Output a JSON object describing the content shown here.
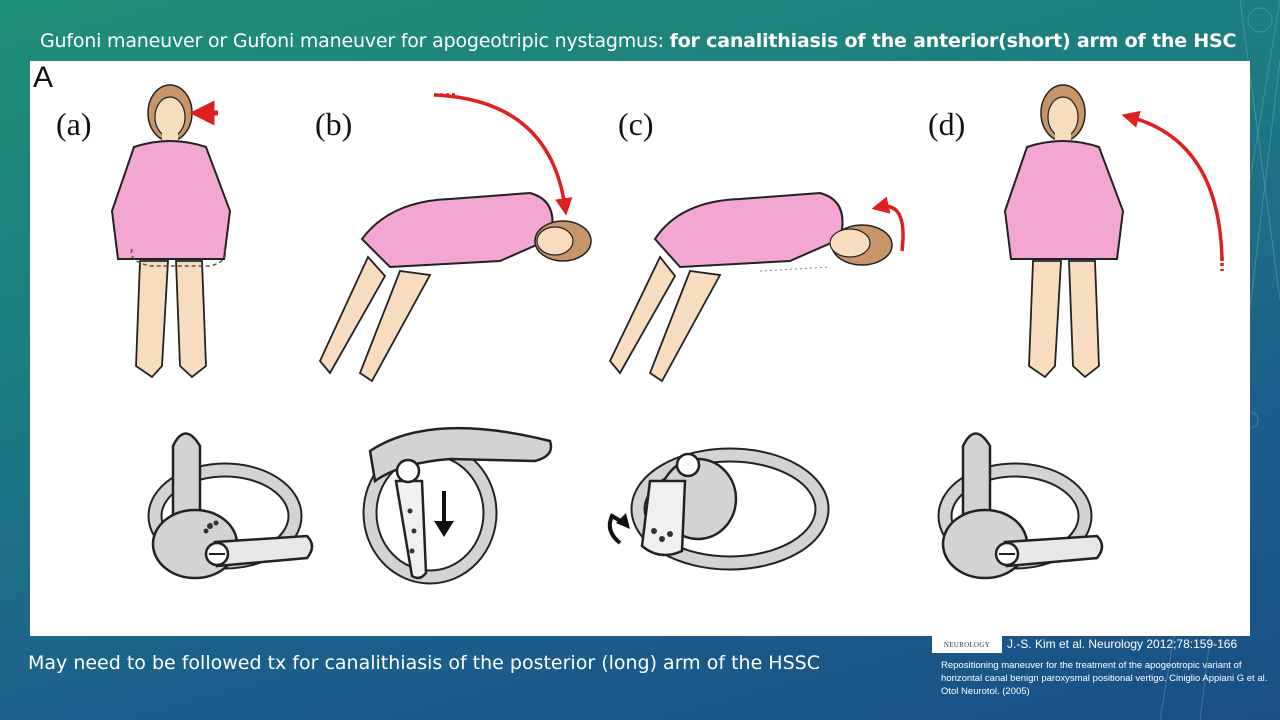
{
  "slide": {
    "title_normal": "Gufoni maneuver or Gufoni maneuver for apogeotripic nystagmus: ",
    "title_bold": "for canalithiasis of the anterior(short) arm of the HSC",
    "footer_note": "May need to be followed tx for canalithiasis of the posterior (long) arm of the HSSC"
  },
  "figure": {
    "panel_label": "A",
    "steps": [
      {
        "label": "(a)",
        "pose": "seated"
      },
      {
        "label": "(b)",
        "pose": "lying-side"
      },
      {
        "label": "(c)",
        "pose": "lying-head-turned"
      },
      {
        "label": "(d)",
        "pose": "seated"
      }
    ]
  },
  "reference": {
    "logo_text": "NEUROLOGY",
    "citation_1": "J.-S. Kim et al. Neurology 2012;78:159-166",
    "citation_2": "Repositioning maneuver for the treatment of the apogeotropic variant of horizontal canal benign paroxysmal positional vertigo. Ciniglio Appiani G et al. Otol Neurotol. (2005)"
  },
  "colors": {
    "dress": "#f4a6d2",
    "skin": "#f7dcc0",
    "hair": "#c8956b",
    "arrow": "#e02020",
    "canal": "#d3d3d3"
  }
}
